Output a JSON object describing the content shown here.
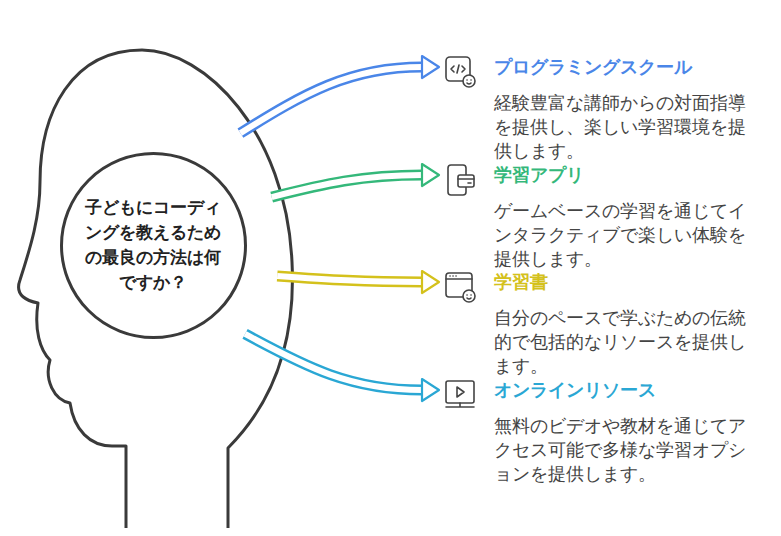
{
  "diagram": {
    "nodes": [
      {
        "text": [
          "子どもにコーディングを教えるための最良の方法は何ですか？"
        ]
      },
      {
        "text": [
          "プログラミングスクール",
          "経験豊富な講師からの対面指導を提供し、楽しい学習環境を提供します。"
        ]
      },
      {
        "text": [
          "学習アプリ",
          "ゲームベースの学習を通じてインタラクティブで楽しい体験を提供します。"
        ]
      },
      {
        "text": [
          "学習書",
          "自分のペースで学ぶための伝統的で包括的なリソースを提供します。"
        ]
      },
      {
        "text": [
          "オンラインリソース",
          "無料のビデオや教材を通じてアクセス可能で多様な学習オプションを提供します。"
        ]
      }
    ],
    "edges": [
      {
        "from": 0,
        "to": 1,
        "arrow": "to"
      },
      {
        "from": 0,
        "to": 2,
        "arrow": "to"
      },
      {
        "from": 0,
        "to": 3,
        "arrow": "to"
      },
      {
        "from": 0,
        "to": 4,
        "arrow": "to"
      }
    ]
  }
}
